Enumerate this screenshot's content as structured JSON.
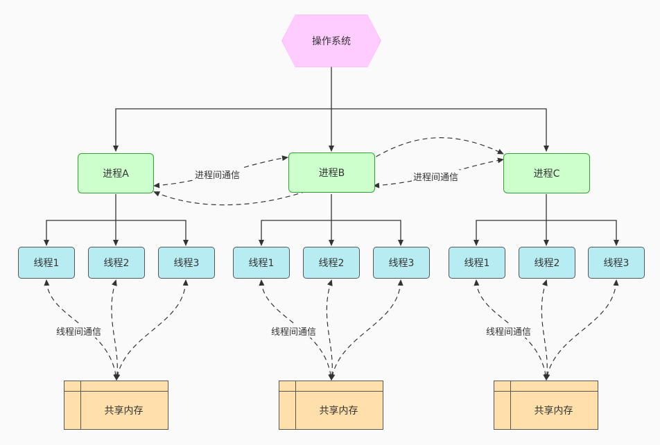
{
  "root": {
    "label": "操作系统"
  },
  "processes": [
    {
      "label": "进程A"
    },
    {
      "label": "进程B"
    },
    {
      "label": "进程C"
    }
  ],
  "thread_labels": [
    "线程1",
    "线程2",
    "线程3"
  ],
  "memory_label": "共享内存",
  "ipc_label": "进程间通信",
  "itc_label": "线程间通信",
  "colors": {
    "os_fill": "#ffccff",
    "process_fill": "#ccffcc",
    "thread_fill": "#b8ecf3",
    "memory_fill": "#ffdfaa",
    "line": "#333333"
  }
}
